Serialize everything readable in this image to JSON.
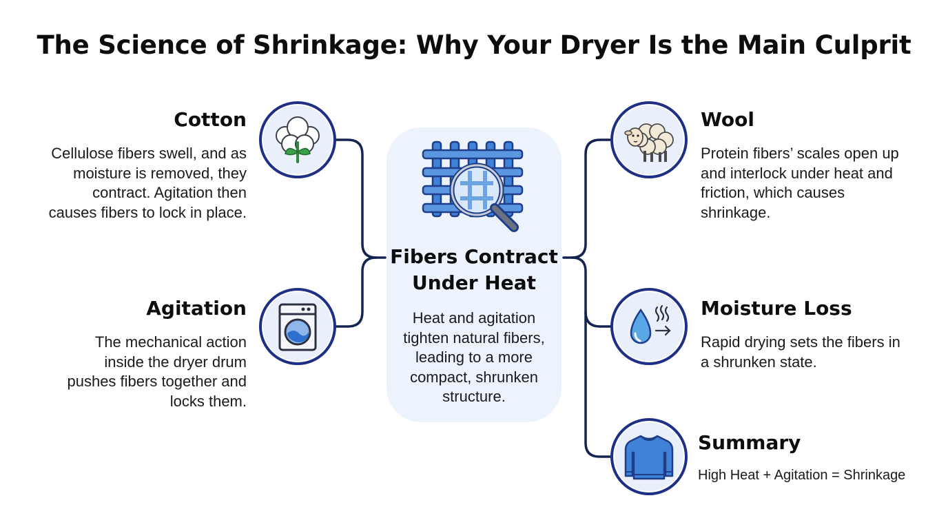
{
  "title": "The Science of Shrinkage: Why Your Dryer Is the Main Culprit",
  "center": {
    "title": "Fibers Contract Under Heat",
    "description": "Heat and agitation tighten natural fibers, leading to a more compact, shrunken structure.",
    "icon": "fabric-weave-magnifier-icon"
  },
  "left_items": [
    {
      "heading": "Cotton",
      "description": "Cellulose fibers swell, and as moisture is removed, they contract. Agitation then causes fibers to lock in place.",
      "icon": "cotton-boll-icon"
    },
    {
      "heading": "Agitation",
      "description": "The mechanical action inside the dryer drum pushes fibers together and locks them.",
      "icon": "washing-machine-icon"
    }
  ],
  "right_items": [
    {
      "heading": "Wool",
      "description": "Protein fibers’ scales open up and interlock under heat and friction, which causes shrinkage.",
      "icon": "sheep-icon"
    },
    {
      "heading": "Moisture Loss",
      "description": "Rapid drying sets the fibers in a shrunken state.",
      "icon": "water-drop-evaporation-icon"
    },
    {
      "heading": "Summary",
      "description": "High Heat + Agitation = Shrinkage",
      "icon": "sweater-icon"
    }
  ],
  "colors": {
    "connector": "#14234f",
    "circle_border": "#1f2f86",
    "circle_fill": "#e9f0fb",
    "card_fill": "#edf3fc",
    "icon_blue": "#3f82d8"
  }
}
